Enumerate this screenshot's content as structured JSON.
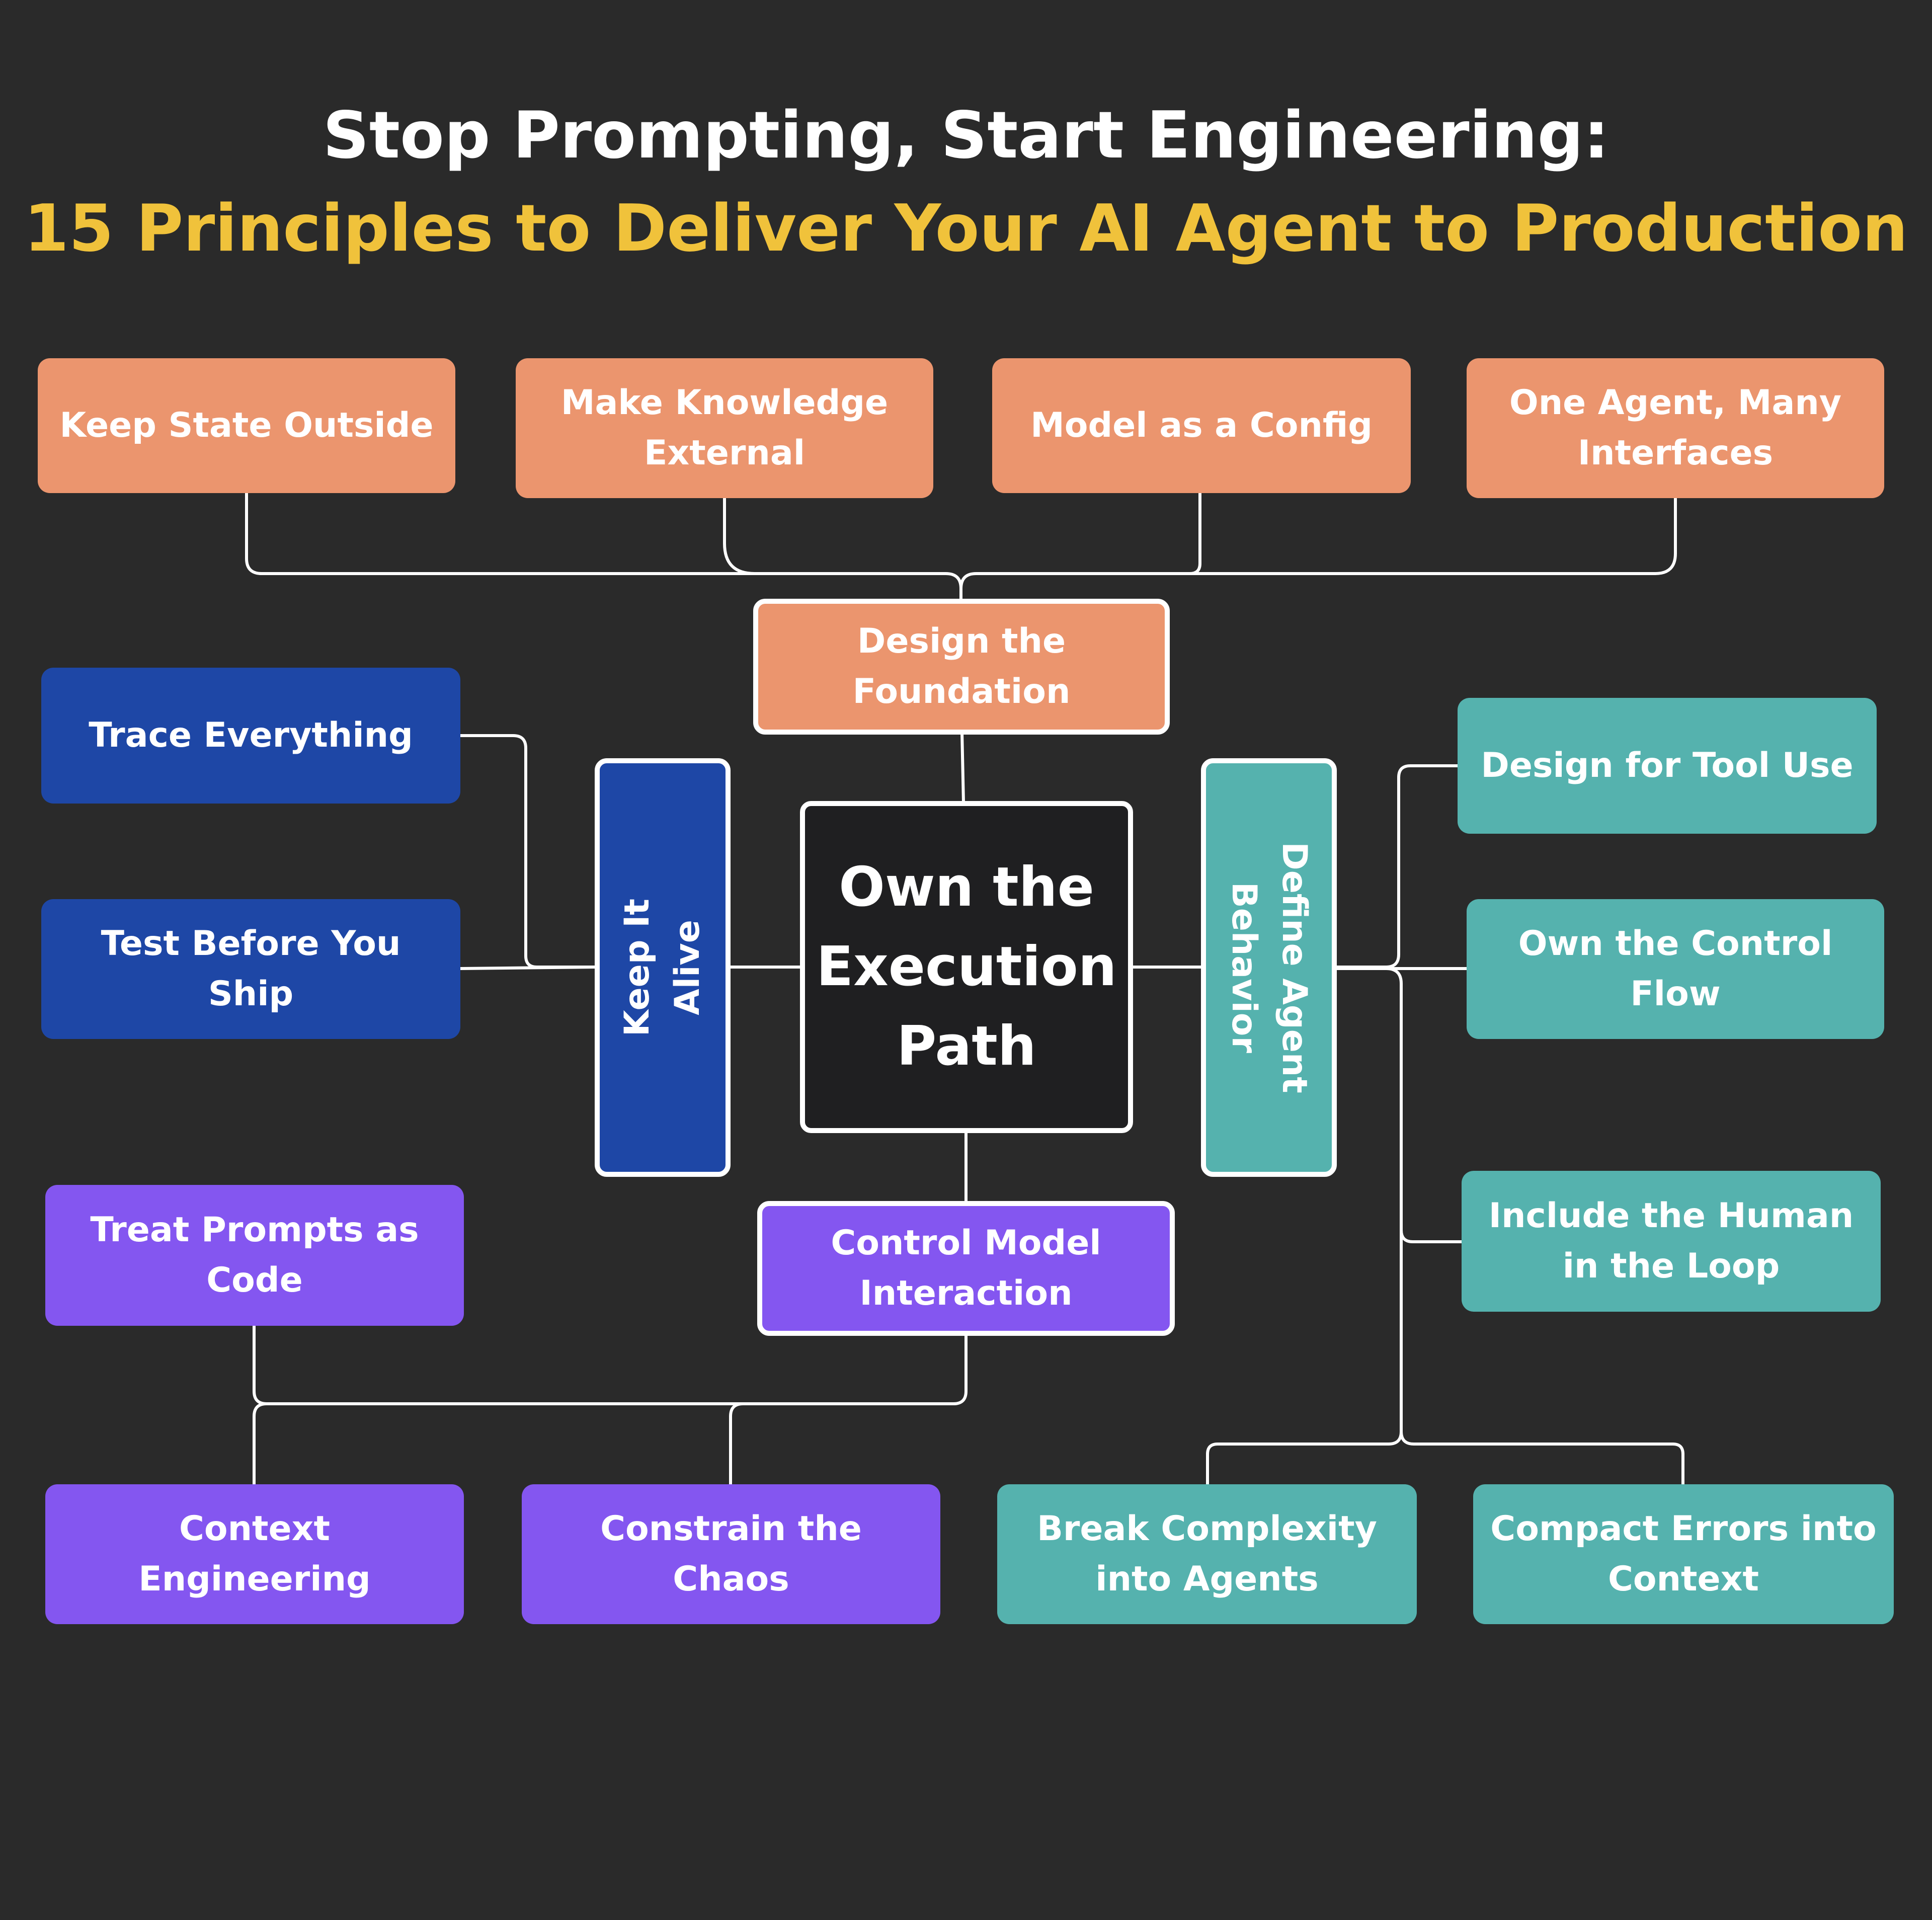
{
  "title": {
    "line1": "Stop Prompting, Start Engineering:",
    "line2": "15 Principles to Deliver Your AI Agent to Production"
  },
  "colors": {
    "background": "#2a2a2a",
    "title_highlight": "#f0c23b",
    "foundation": "#eb956e",
    "keep_alive": "#1e47a6",
    "model_interaction": "#8456f0",
    "agent_behavior": "#55b2ae",
    "center": "#1f1f21",
    "connector": "#ffffff"
  },
  "center": {
    "lines": [
      "Own the",
      "Execution",
      "Path"
    ]
  },
  "hubs": {
    "foundation": {
      "lines": [
        "Design the",
        "Foundation"
      ]
    },
    "keep_alive": {
      "lines": [
        "Keep It",
        "Alive"
      ]
    },
    "agent_behavior": {
      "lines": [
        "Define Agent",
        "Behavior"
      ]
    },
    "model_interaction": {
      "lines": [
        "Control Model",
        "Interaction"
      ]
    }
  },
  "principles": {
    "keep_state_outside": {
      "lines": [
        "Keep State Outside"
      ]
    },
    "make_knowledge_external": {
      "lines": [
        "Make Knowledge",
        "External"
      ]
    },
    "model_as_config": {
      "lines": [
        "Model as a Config"
      ]
    },
    "one_agent_many_interfaces": {
      "lines": [
        "One Agent, Many",
        "Interfaces"
      ]
    },
    "trace_everything": {
      "lines": [
        "Trace Everything"
      ]
    },
    "test_before_you_ship": {
      "lines": [
        "Test Before You",
        "Ship"
      ]
    },
    "design_for_tool_use": {
      "lines": [
        "Design for Tool Use"
      ]
    },
    "own_the_control_flow": {
      "lines": [
        "Own the Control",
        "Flow"
      ]
    },
    "include_the_human": {
      "lines": [
        "Include the Human",
        "in the Loop"
      ]
    },
    "treat_prompts_as_code": {
      "lines": [
        "Treat Prompts as",
        "Code"
      ]
    },
    "context_engineering": {
      "lines": [
        "Context",
        "Engineering"
      ]
    },
    "constrain_the_chaos": {
      "lines": [
        "Constrain the",
        "Chaos"
      ]
    },
    "break_complexity": {
      "lines": [
        "Break Complexity",
        "into Agents"
      ]
    },
    "compact_errors": {
      "lines": [
        "Compact Errors into",
        "Context"
      ]
    }
  }
}
